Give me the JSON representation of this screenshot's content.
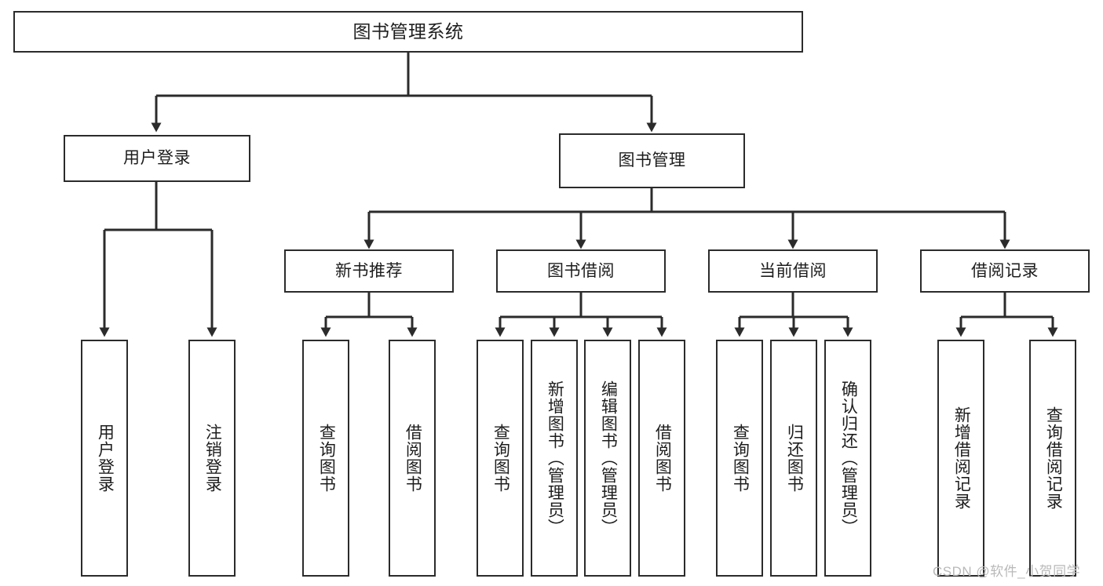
{
  "diagram": {
    "type": "tree",
    "title": "图书管理系统",
    "root": {
      "label": "图书管理系统"
    },
    "level2": [
      {
        "label": "用户登录"
      },
      {
        "label": "图书管理"
      }
    ],
    "level3": [
      {
        "label": "新书推荐"
      },
      {
        "label": "图书借阅"
      },
      {
        "label": "当前借阅"
      },
      {
        "label": "借阅记录"
      }
    ],
    "leaves": {
      "user_login": [
        {
          "label": "用户登录"
        },
        {
          "label": "注销登录"
        }
      ],
      "new_book_recommend": [
        {
          "label": "查询图书"
        },
        {
          "label": "借阅图书"
        }
      ],
      "book_borrow": [
        {
          "label": "查询图书"
        },
        {
          "label": "新增图书（管理员）"
        },
        {
          "label": "编辑图书（管理员）"
        },
        {
          "label": "借阅图书"
        }
      ],
      "current_borrow": [
        {
          "label": "查询图书"
        },
        {
          "label": "归还图书"
        },
        {
          "label": "确认归还（管理员）"
        }
      ],
      "borrow_record": [
        {
          "label": "新增借阅记录"
        },
        {
          "label": "查询借阅记录"
        }
      ]
    }
  },
  "watermark": {
    "text": "CSDN @软件_小贺同学"
  },
  "colors": {
    "stroke": "#2b2b2b",
    "box_fill": "#ffffff",
    "text": "#1d1d1d",
    "watermark": "#b9b9b9",
    "background": "#ffffff"
  }
}
